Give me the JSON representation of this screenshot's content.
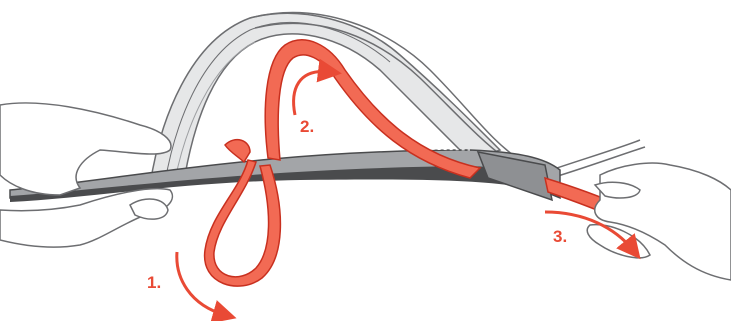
{
  "colors": {
    "accent": "#e94a35",
    "strap_fill": "#f26a54",
    "strap_outline": "#c8301f",
    "gray_band": "#a3a5a8",
    "dark_band": "#4a4b4d",
    "light_gray": "#dcdddf",
    "outline": "#6d6e71"
  },
  "steps": [
    {
      "label": "1."
    },
    {
      "label": "2."
    },
    {
      "label": "3."
    }
  ]
}
